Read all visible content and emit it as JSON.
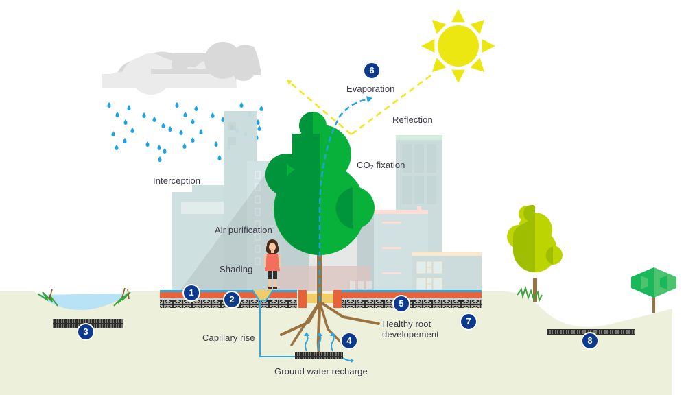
{
  "diagram": {
    "title_hidden": "",
    "labels": {
      "evaporation": "Evaporation",
      "reflection": "Reflection",
      "co2_prefix": "CO",
      "co2_sub": "2",
      "co2_suffix": " fixation",
      "interception": "Interception",
      "air_purification": "Air purification",
      "shading": "Shading",
      "capillary_rise": "Capillary rise",
      "healthy_root": "Healthy root\ndevelopement",
      "ground_water": "Ground water recharge"
    },
    "badges": [
      "1",
      "2",
      "3",
      "4",
      "5",
      "6",
      "7",
      "8"
    ],
    "colors": {
      "ground": "#edf0da",
      "water": "#b8e2f6",
      "badge": "#0d3a8c",
      "sun": "#ece611",
      "rain": "#1ea3df",
      "tree_dark": "#00953a",
      "tree_light": "#08b23a",
      "building": "#cadcdc",
      "pavement": "#e8633a",
      "crate": "#2e2e2e",
      "root": "#9b7340",
      "cloud_light": "#ebebeb",
      "cloud_dark": "#d9d9d9"
    }
  }
}
